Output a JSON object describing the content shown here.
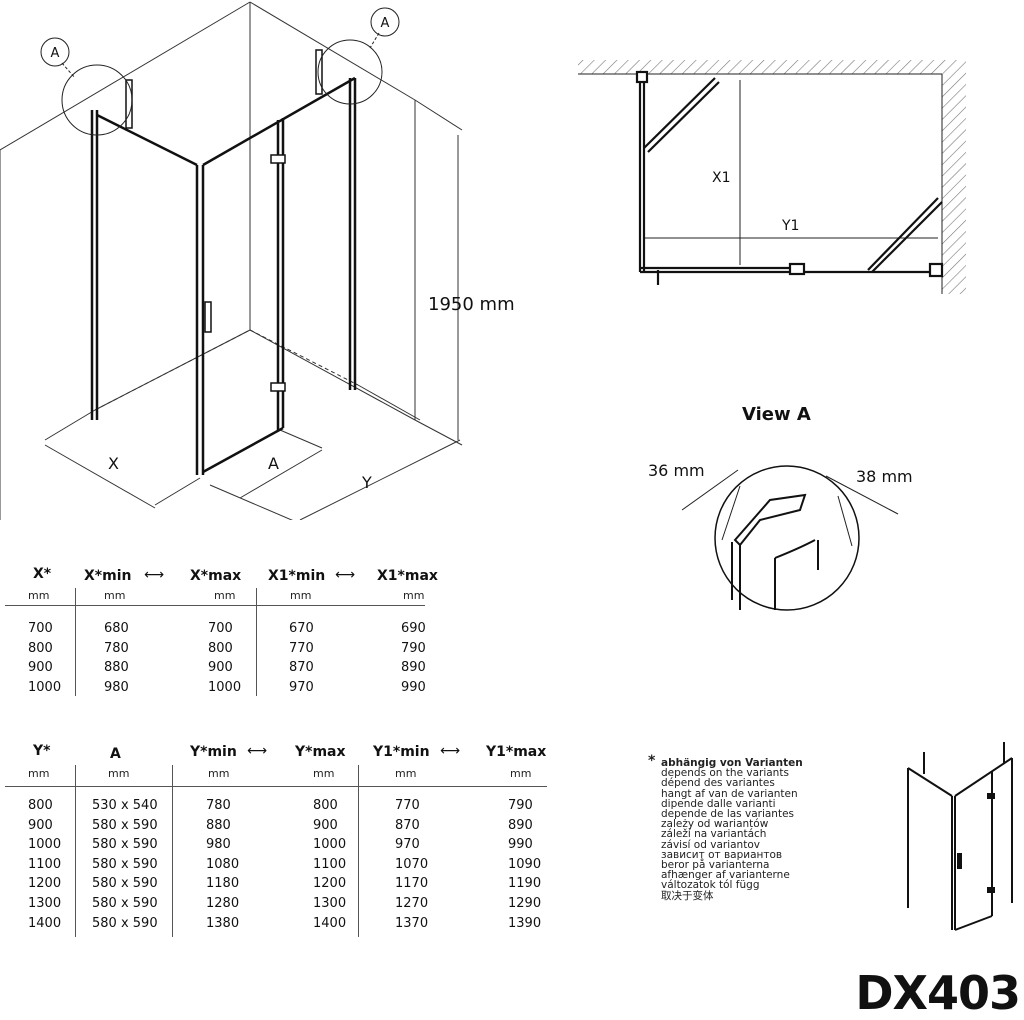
{
  "iso": {
    "callout_a_left": "A",
    "callout_a_right": "A",
    "height_label": "1950 mm",
    "x_label": "X",
    "a_label": "A",
    "y_label": "Y"
  },
  "plan": {
    "x1_label": "X1",
    "y1_label": "Y1"
  },
  "detail": {
    "title": "View A",
    "dim_left": "36 mm",
    "dim_right": "38 mm"
  },
  "table1": {
    "headers": [
      "X*",
      "X*min",
      "X*max",
      "X1*min",
      "X1*max"
    ],
    "units": [
      "mm",
      "mm",
      "mm",
      "mm",
      "mm"
    ],
    "rows": [
      [
        "700",
        "680",
        "700",
        "670",
        "690"
      ],
      [
        "800",
        "780",
        "800",
        "770",
        "790"
      ],
      [
        "900",
        "880",
        "900",
        "870",
        "890"
      ],
      [
        "1000",
        "980",
        "1000",
        "970",
        "990"
      ]
    ]
  },
  "table2": {
    "headers": [
      "Y*",
      "A",
      "Y*min",
      "Y*max",
      "Y1*min",
      "Y1*max"
    ],
    "units": [
      "mm",
      "mm",
      "mm",
      "mm",
      "mm",
      "mm"
    ],
    "rows": [
      [
        "800",
        "530 x 540",
        "780",
        "800",
        "770",
        "790"
      ],
      [
        "900",
        "580 x 590",
        "880",
        "900",
        "870",
        "890"
      ],
      [
        "1000",
        "580 x 590",
        "980",
        "1000",
        "970",
        "990"
      ],
      [
        "1100",
        "580 x 590",
        "1080",
        "1100",
        "1070",
        "1090"
      ],
      [
        "1200",
        "580 x 590",
        "1180",
        "1200",
        "1170",
        "1190"
      ],
      [
        "1300",
        "580 x 590",
        "1280",
        "1300",
        "1270",
        "1290"
      ],
      [
        "1400",
        "580 x 590",
        "1380",
        "1400",
        "1370",
        "1390"
      ]
    ]
  },
  "notes": {
    "marker": "*",
    "lines": [
      "abhängig von Varianten",
      "depends on the variants",
      "dépend des variantes",
      "hangt af van de varianten",
      "dipende dalle varianti",
      "depende de las variantes",
      "zależy od wariantów",
      "záleží na variantách",
      "závisí od variantov",
      "зависит от вариантов",
      "beror på varianterna",
      "afhænger af varianterne",
      "változatok tól függ",
      "取决于变体"
    ]
  },
  "model": "DX403"
}
